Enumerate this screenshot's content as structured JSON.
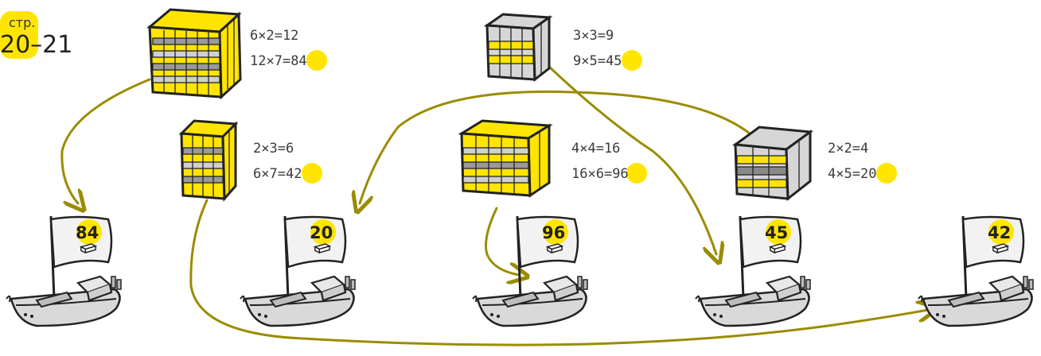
{
  "page_label": {
    "prefix": "стр.",
    "pages": "20–21"
  },
  "colors": {
    "accent": "#ffe500",
    "arrow": "#9a8c00",
    "outline": "#222222",
    "gray": "#8a8a8a",
    "light": "#d6d6d6"
  },
  "icons": [
    "cube-stack-icon",
    "ship-icon",
    "flag-icon",
    "box-icon",
    "arrow-icon"
  ],
  "problems": [
    {
      "line1": "6×2=12",
      "line2_expr": "12×7=",
      "answer": "84"
    },
    {
      "line1": "3×3=9",
      "line2_expr": "9×5=",
      "answer": "45"
    },
    {
      "line1": "2×3=6",
      "line2_expr": "6×7=",
      "answer": "42"
    },
    {
      "line1": "4×4=16",
      "line2_expr": "16×6=",
      "answer": "96"
    },
    {
      "line1": "2×2=4",
      "line2_expr": "4×5=",
      "answer": "20"
    }
  ],
  "ships": [
    {
      "flag": "84"
    },
    {
      "flag": "20"
    },
    {
      "flag": "96"
    },
    {
      "flag": "45"
    },
    {
      "flag": "42"
    }
  ]
}
